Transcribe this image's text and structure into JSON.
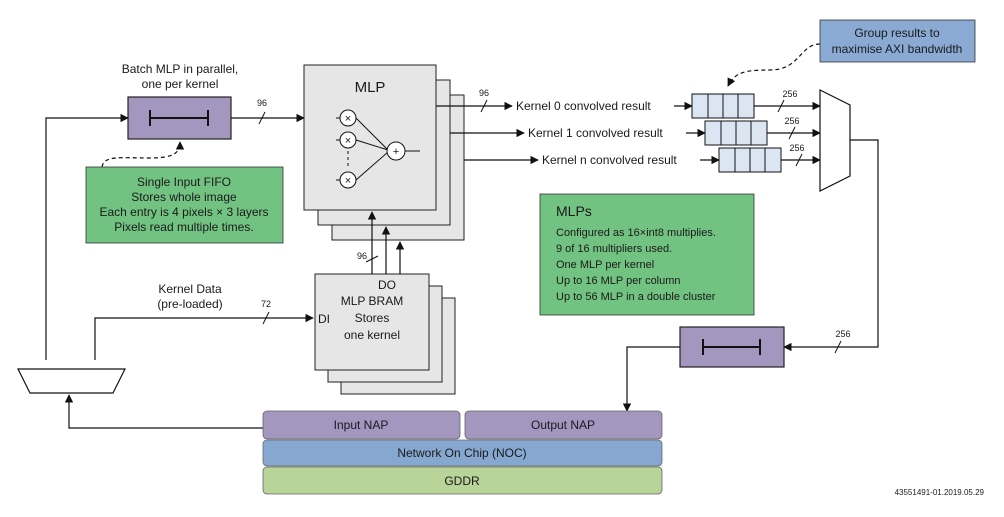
{
  "batch": {
    "line1": "Batch MLP in parallel,",
    "line2": "one per kernel"
  },
  "fifo_note": [
    "Single Input FIFO",
    "Stores whole image",
    "Each entry is 4 pixels × 3 layers",
    "Pixels read multiple times."
  ],
  "mlp_box": {
    "title": "MLP",
    "mult": "×",
    "add": "+"
  },
  "kernel_data": {
    "line1": "Kernel Data",
    "line2": "(pre-loaded)"
  },
  "bram": {
    "do": "DO",
    "di": "DI",
    "lines": [
      "MLP BRAM",
      "Stores",
      "one kernel"
    ]
  },
  "results": [
    "Kernel 0 convolved result",
    "Kernel 1 convolved result",
    "Kernel n convolved result"
  ],
  "group_note": [
    "Group results to",
    "maximise AXI bandwidth"
  ],
  "mlps_note": {
    "title": "MLPs",
    "lines": [
      "Configured as 16×int8 multiplies.",
      "9 of 16 multipliers used.",
      "One MLP per kernel",
      "Up to 16 MLP per column",
      "Up to 56 MLP in a double cluster"
    ]
  },
  "widths": {
    "w96a": "96",
    "w96b": "96",
    "w96c": "96",
    "w72": "72",
    "w256a": "256",
    "w256b": "256",
    "w256c": "256",
    "w256d": "256"
  },
  "stack": {
    "input_nap": "Input NAP",
    "output_nap": "Output NAP",
    "noc": "Network On Chip (NOC)",
    "gddr": "GDDR"
  },
  "figure_id": "43551491-01.2019.05.29",
  "colors": {
    "green": "#72c382",
    "blue": "#8aaad4",
    "purple": "#a396bf",
    "noc_blue": "#86a8d0",
    "gddr_green": "#b9d498",
    "gray": "#e6e6e6"
  }
}
